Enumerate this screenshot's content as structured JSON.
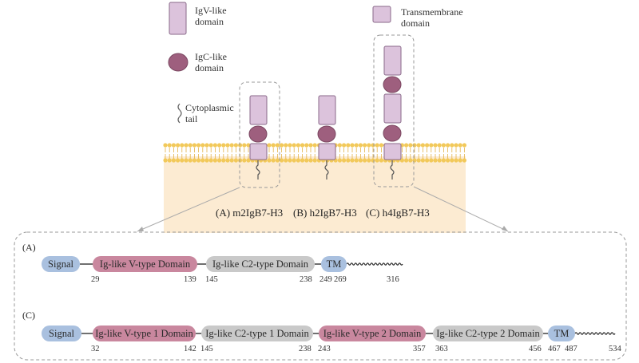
{
  "legend": {
    "igv_label": "IgV-like\ndomain",
    "igc_label": "IgC-like\ndomain",
    "tm_label": "Transmembrane\ndomain",
    "tail_label": "Cytoplasmic\ntail"
  },
  "variants": [
    {
      "label": "(A) m2IgB7-H3"
    },
    {
      "label": "(B) h2IgB7-H3"
    },
    {
      "label": "(C) h4IgB7-H3"
    }
  ],
  "panel_a": {
    "letter": "(A)",
    "signal": "Signal",
    "v_domain": "Ig-like V-type Domain",
    "c_domain": "Ig-like C2-type Domain",
    "tm": "TM",
    "numbers": [
      "29",
      "139",
      "145",
      "238",
      "249",
      "269",
      "316"
    ]
  },
  "panel_c": {
    "letter": "(C)",
    "signal": "Signal",
    "v1_domain": "Ig-like V-type 1 Domain",
    "c1_domain": "Ig-like C2-type 1 Domain",
    "v2_domain": "Ig-like V-type 2 Domain",
    "c2_domain": "Ig-like C2-type 2 Domain",
    "tm": "TM",
    "numbers": [
      "32",
      "142",
      "145",
      "238",
      "243",
      "357",
      "363",
      "456",
      "467",
      "487",
      "534"
    ]
  },
  "colors": {
    "igv_fill": "#dcc3dc",
    "igc_fill": "#9e5f7e",
    "membrane_head": "#f2c95a",
    "cytoplasm": "#fcebd2",
    "v_type_domain": "#c9879e",
    "c2_type_domain": "#c9c9c9",
    "signal_tm": "#a9c0df"
  }
}
